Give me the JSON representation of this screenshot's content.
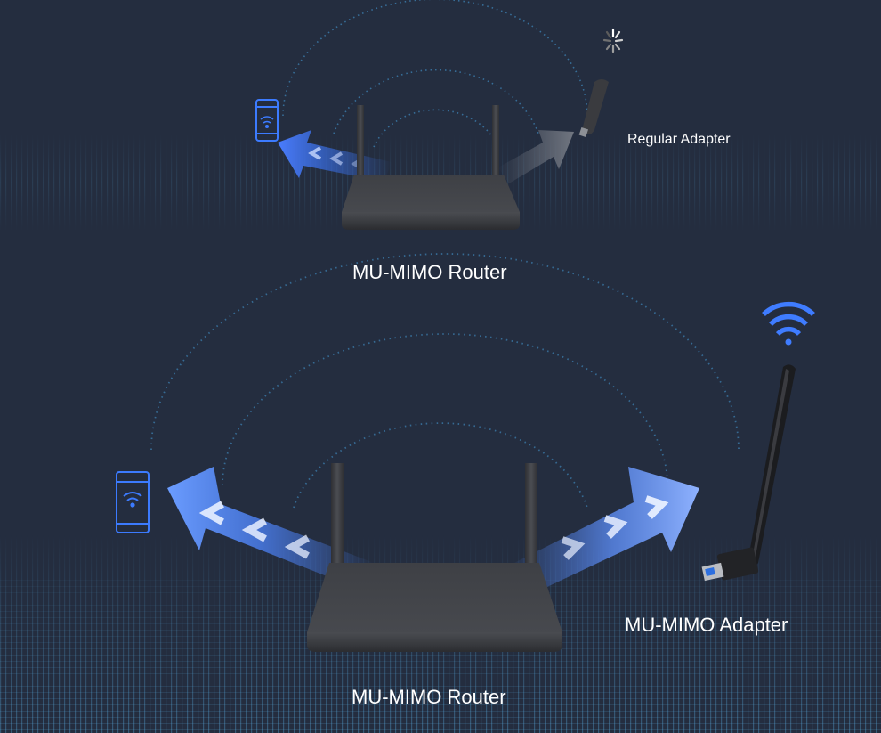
{
  "top_scene": {
    "router_label": "MU-MIMO Router",
    "adapter_label": "Regular Adapter",
    "adapter_status_icon": "loading-spinner-icon",
    "phone_icon": "smartphone-wifi-icon"
  },
  "bottom_scene": {
    "router_label": "MU-MIMO Router",
    "adapter_label": "MU-MIMO Adapter",
    "adapter_status_icon": "wifi-signal-icon",
    "phone_icon": "smartphone-wifi-icon"
  },
  "colors": {
    "background": "#242d3f",
    "phone_outline": "#3c7bff",
    "wifi_accent": "#3f7cff",
    "arrow_blue": "#4e86ff",
    "grid_cyan": "#4aa3d6",
    "router_body": "#3b3d42",
    "text": "#ffffff"
  }
}
